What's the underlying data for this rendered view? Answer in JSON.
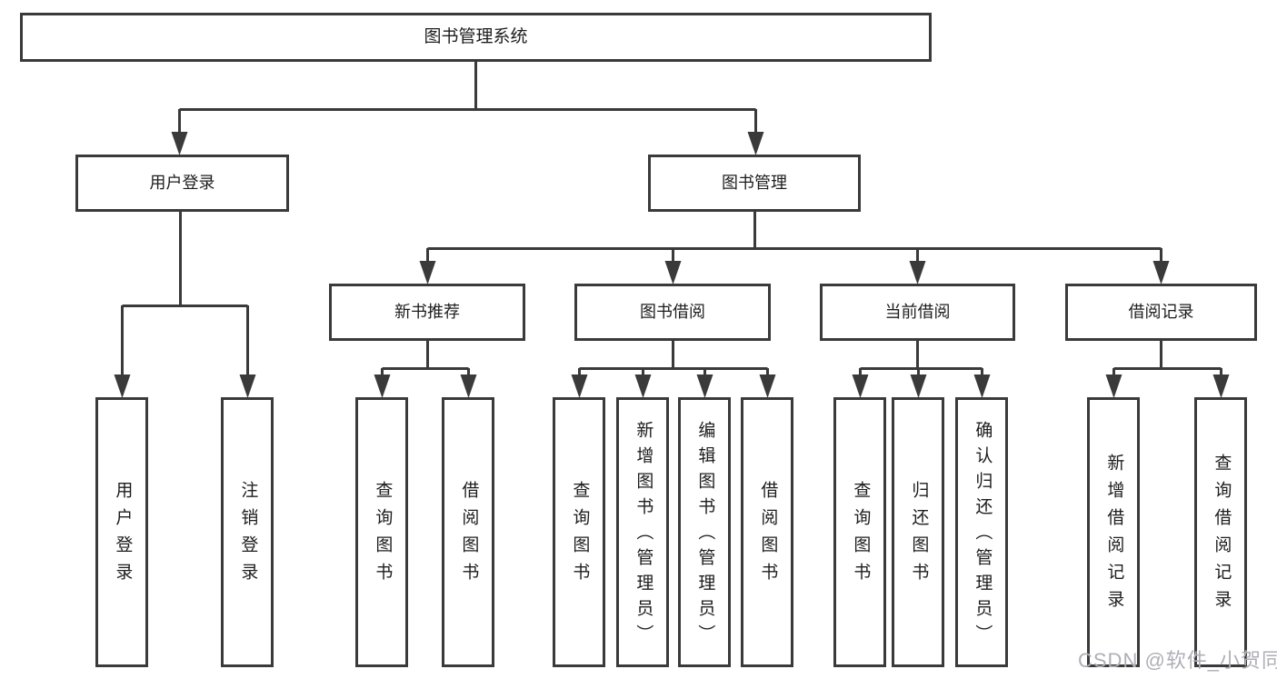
{
  "tree": {
    "label": "图书管理系统",
    "children": [
      {
        "label": "用户登录",
        "children": [
          {
            "label": "用户登录"
          },
          {
            "label": "注销登录"
          }
        ]
      },
      {
        "label": "图书管理",
        "children": [
          {
            "label": "新书推荐",
            "children": [
              {
                "label": "查询图书"
              },
              {
                "label": "借阅图书"
              }
            ]
          },
          {
            "label": "图书借阅",
            "children": [
              {
                "label": "查询图书"
              },
              {
                "label": "新增图书（管理员）"
              },
              {
                "label": "编辑图书（管理员）"
              },
              {
                "label": "借阅图书"
              }
            ]
          },
          {
            "label": "当前借阅",
            "children": [
              {
                "label": "查询图书"
              },
              {
                "label": "归还图书"
              },
              {
                "label": "确认归还（管理员）"
              }
            ]
          },
          {
            "label": "借阅记录",
            "children": [
              {
                "label": "新增借阅记录"
              },
              {
                "label": "查询借阅记录"
              }
            ]
          }
        ]
      }
    ]
  },
  "watermark": "CSDN @软件_小贺同学",
  "colors": {
    "line": "#3a3a3a",
    "text": "#1d1d1d",
    "bg": "#ffffff",
    "watermark": "#afaeb6"
  }
}
